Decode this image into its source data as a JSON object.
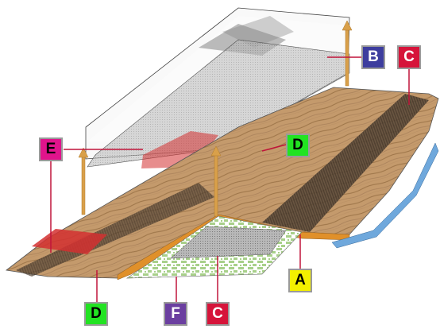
{
  "labels": {
    "a": {
      "text": "A",
      "color": "#f4f000",
      "text_color": "#000000"
    },
    "b": {
      "text": "B",
      "color": "#3d3d9e",
      "text_color": "#ffffff"
    },
    "c_top": {
      "text": "C",
      "color": "#d6143a",
      "text_color": "#ffffff"
    },
    "c_bottom": {
      "text": "C",
      "color": "#d6143a",
      "text_color": "#ffffff"
    },
    "d_mid": {
      "text": "D",
      "color": "#22e322",
      "text_color": "#000000"
    },
    "d_bottom": {
      "text": "D",
      "color": "#22e322",
      "text_color": "#000000"
    },
    "e": {
      "text": "E",
      "color": "#e0148c",
      "text_color": "#000000"
    },
    "f": {
      "text": "F",
      "color": "#6b3fa0",
      "text_color": "#ffffff"
    }
  },
  "colors": {
    "wood": "#c49a6c",
    "wood_dark": "#8a6440",
    "edge_orange": "#e0902a",
    "arrow": "#d9a04a",
    "mesh": "#9a9a9a",
    "green_layer": "#a8d08a",
    "red_zone": "#d43030",
    "blue_edge": "#6fa8dc",
    "leader": "#c0143a"
  }
}
